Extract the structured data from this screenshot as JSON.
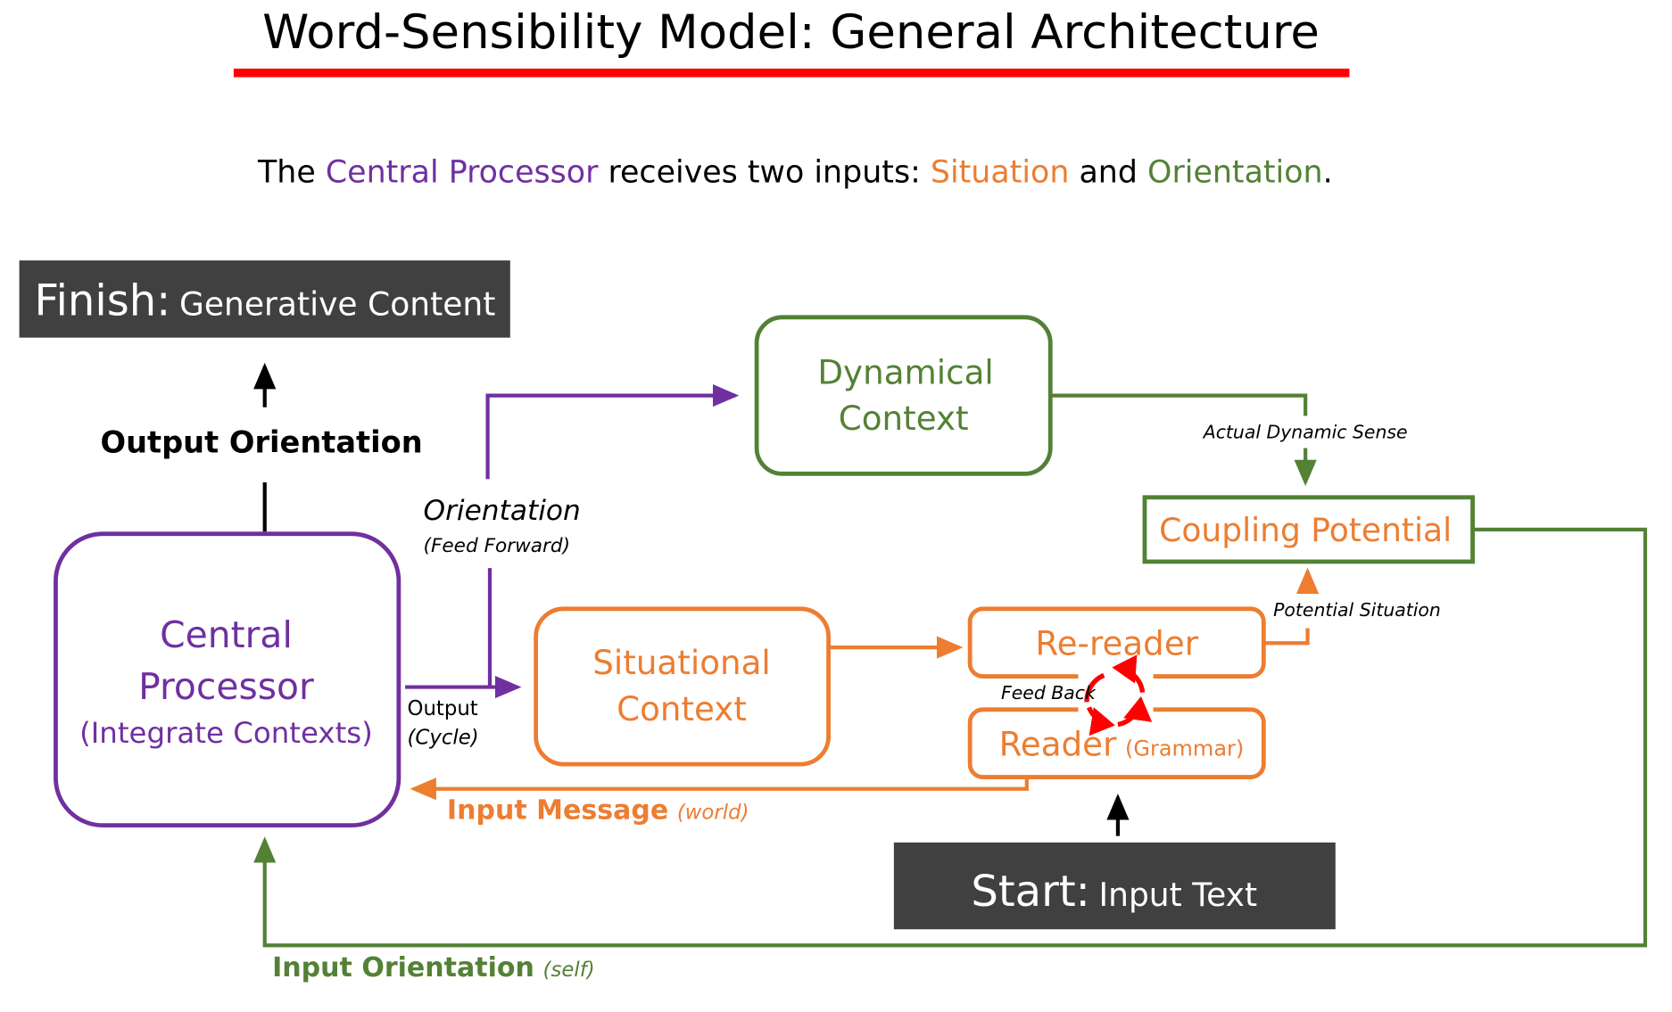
{
  "title": "Word-Sensibility Model: General Architecture",
  "underline_color": "#FF0000",
  "subtitle": {
    "parts": [
      {
        "text": "The ",
        "color": "#000000"
      },
      {
        "text": "Central Processor",
        "color": "#7030A0"
      },
      {
        "text": " receives two inputs: ",
        "color": "#000000"
      },
      {
        "text": "Situation",
        "color": "#ED7D31"
      },
      {
        "text": " and ",
        "color": "#000000"
      },
      {
        "text": "Orientation",
        "color": "#538135"
      },
      {
        "text": ".",
        "color": "#000000"
      }
    ]
  },
  "colors": {
    "purple": "#7030A0",
    "orange": "#ED7D31",
    "green": "#538135",
    "dark_box": "#404040",
    "feedback_red": "#FF0000"
  },
  "nodes": {
    "finish": {
      "label_main": "Finish:",
      "label_detail": "Generative Content"
    },
    "start": {
      "label_main": "Start:",
      "label_detail": "Input Text"
    },
    "central_processor": {
      "line1": "Central",
      "line2": "Processor",
      "line3": "(Integrate Contexts)"
    },
    "dynamical_context": {
      "line1": "Dynamical",
      "line2": "Context"
    },
    "situational_context": {
      "line1": "Situational",
      "line2": "Context"
    },
    "coupling_potential": {
      "label": "Coupling Potential"
    },
    "re_reader": {
      "label": "Re-reader"
    },
    "reader": {
      "label": "Reader",
      "detail": "(Grammar)"
    }
  },
  "edges": {
    "output_orientation": "Output Orientation",
    "orientation": "Orientation",
    "feed_forward": "(Feed Forward)",
    "output": "Output",
    "cycle": "(Cycle)",
    "actual_dynamic_sense": "Actual Dynamic Sense",
    "potential_situation": "Potential Situation",
    "feed_back": "Feed Back",
    "input_message": "Input Message",
    "input_message_note": "(world)",
    "input_orientation": "Input Orientation",
    "input_orientation_note": "(self)"
  }
}
